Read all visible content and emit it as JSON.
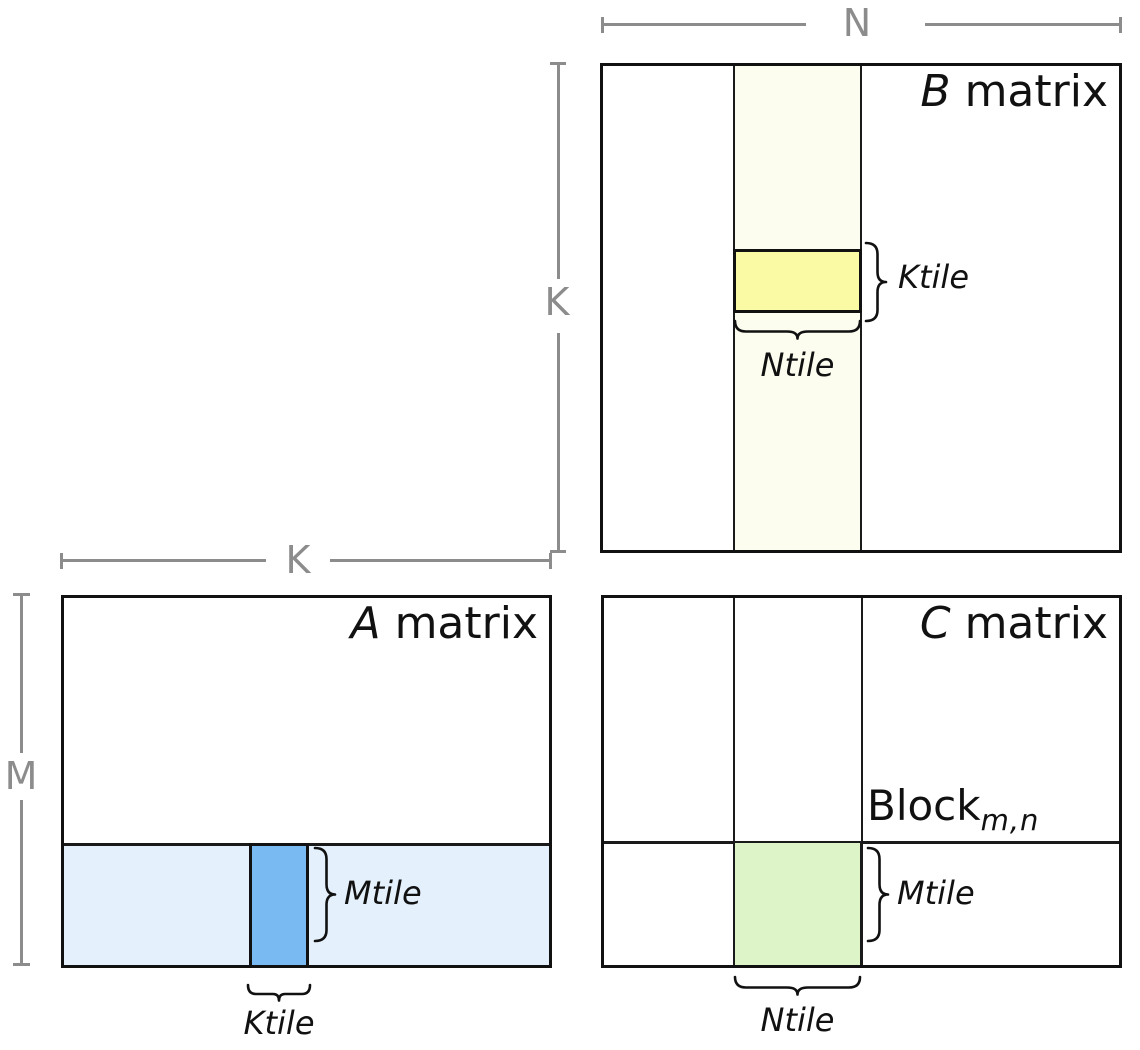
{
  "diagram": {
    "dimension_labels": {
      "n": "N",
      "k_b": "K",
      "k_a": "K",
      "m": "M"
    },
    "matrices": {
      "b": {
        "letter": "B",
        "word": "matrix"
      },
      "a": {
        "letter": "A",
        "word": "matrix"
      },
      "c": {
        "letter": "C",
        "word": "matrix"
      }
    },
    "tile_labels": {
      "b_ktile": "Ktile",
      "b_ntile": "Ntile",
      "a_mtile": "Mtile",
      "a_ktile": "Ktile",
      "c_mtile": "Mtile",
      "c_ntile": "Ntile"
    },
    "block_label": {
      "word": "Block",
      "subscript": "m,n"
    },
    "colors": {
      "b_column_strip": "#FCFCEF",
      "b_tile_fill": "#FAFAA5",
      "a_row_strip": "#E4F1FC",
      "a_tile_fill": "#7ABAF2",
      "c_tile_fill": "#DDF4C9",
      "dimension_line": "#8C8C8C",
      "outline": "#111111"
    }
  }
}
